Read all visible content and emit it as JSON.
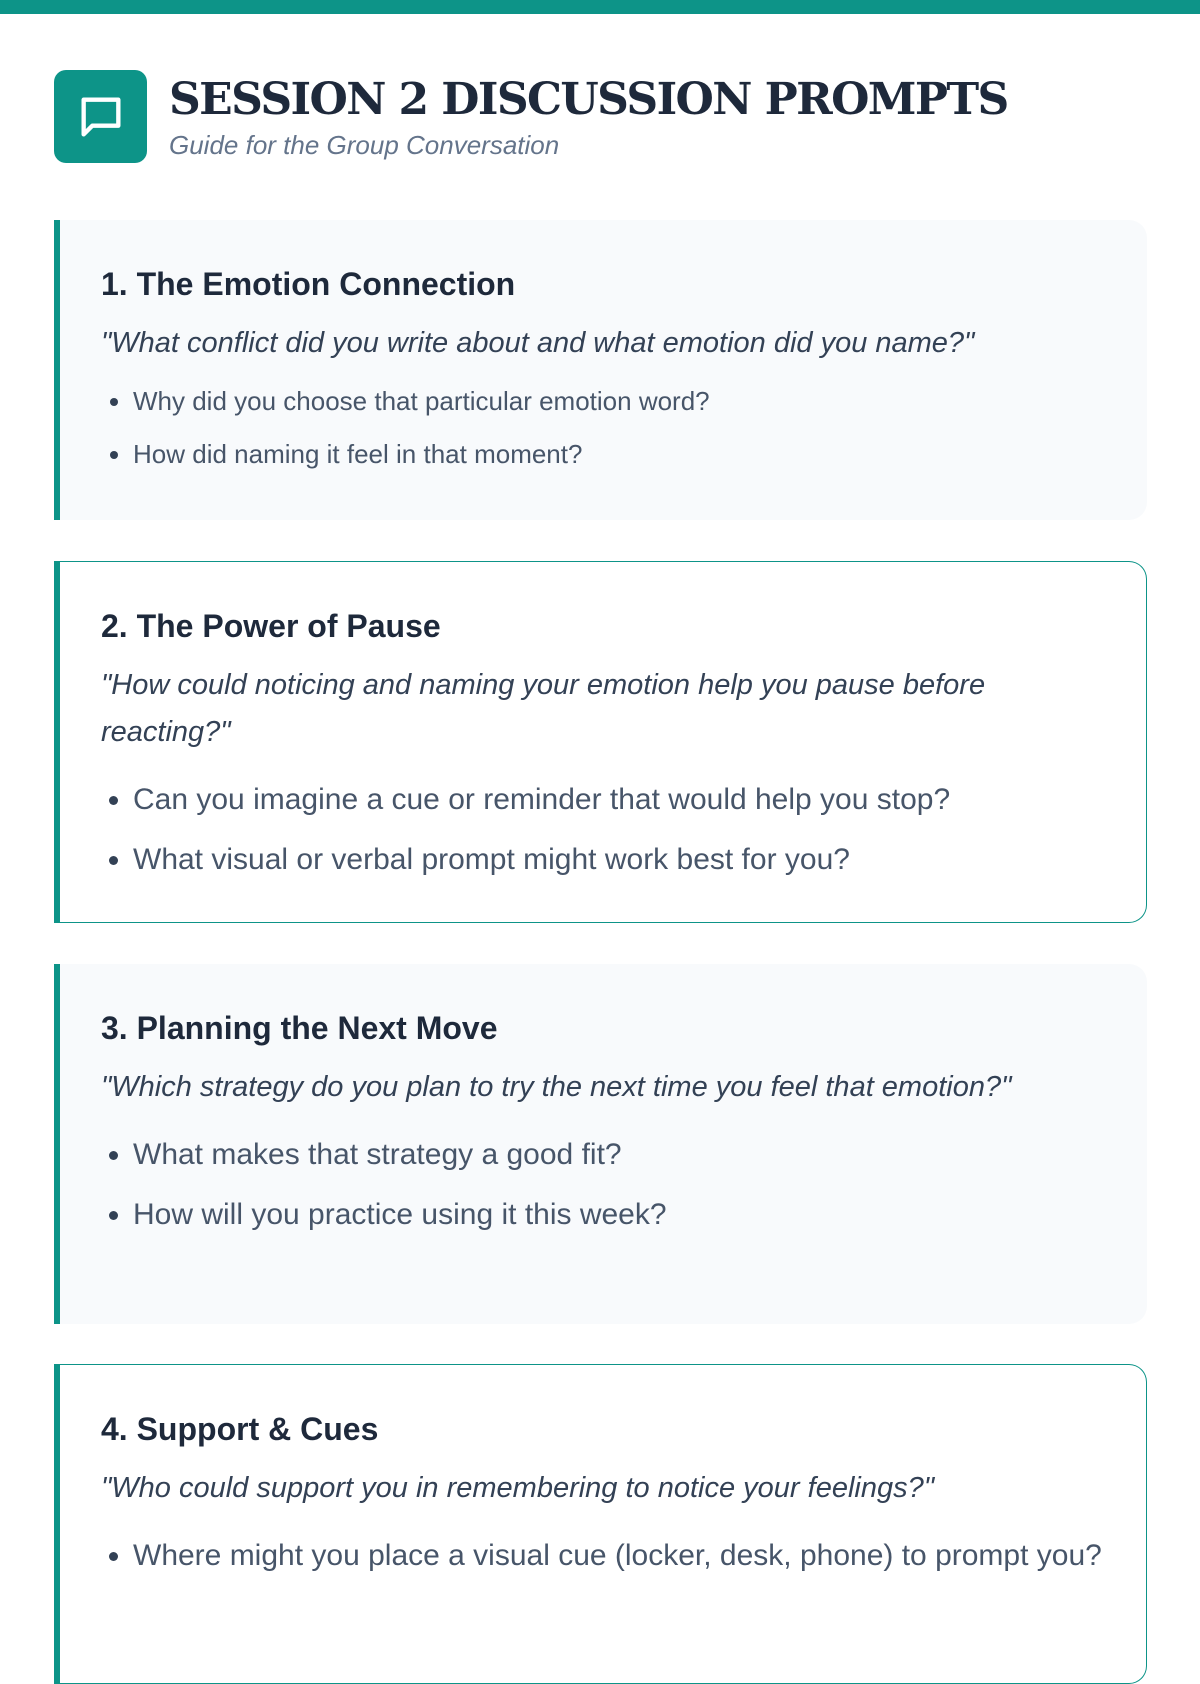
{
  "header": {
    "title": "SESSION 2 DISCUSSION PROMPTS",
    "subtitle": "Guide for the Group Conversation",
    "icon": "chat-bubble-icon"
  },
  "colors": {
    "accent": "#0d9488",
    "card_bg": "#f8fafc",
    "text": "#1e293b"
  },
  "cards": [
    {
      "title": "1. The Emotion Connection",
      "question": "\"What conflict did you write about and what emotion did you name?\"",
      "bullets": [
        "Why did you choose that particular emotion word?",
        "How did naming it feel in that moment?"
      ]
    },
    {
      "title": "2. The Power of Pause",
      "question": "\"How could noticing and naming your emotion help you pause before reacting?\"",
      "bullets": [
        "Can you imagine a cue or reminder that would help you stop?",
        "What visual or verbal prompt might work best for you?"
      ]
    },
    {
      "title": "3. Planning the Next Move",
      "question": "\"Which strategy do you plan to try the next time you feel that emotion?\"",
      "bullets": [
        "What makes that strategy a good fit?",
        "How will you practice using it this week?"
      ]
    },
    {
      "title": "4. Support & Cues",
      "question": "\"Who could support you in remembering to notice your feelings?\"",
      "bullets": [
        "Where might you place a visual cue (locker, desk, phone) to prompt you?"
      ]
    }
  ]
}
